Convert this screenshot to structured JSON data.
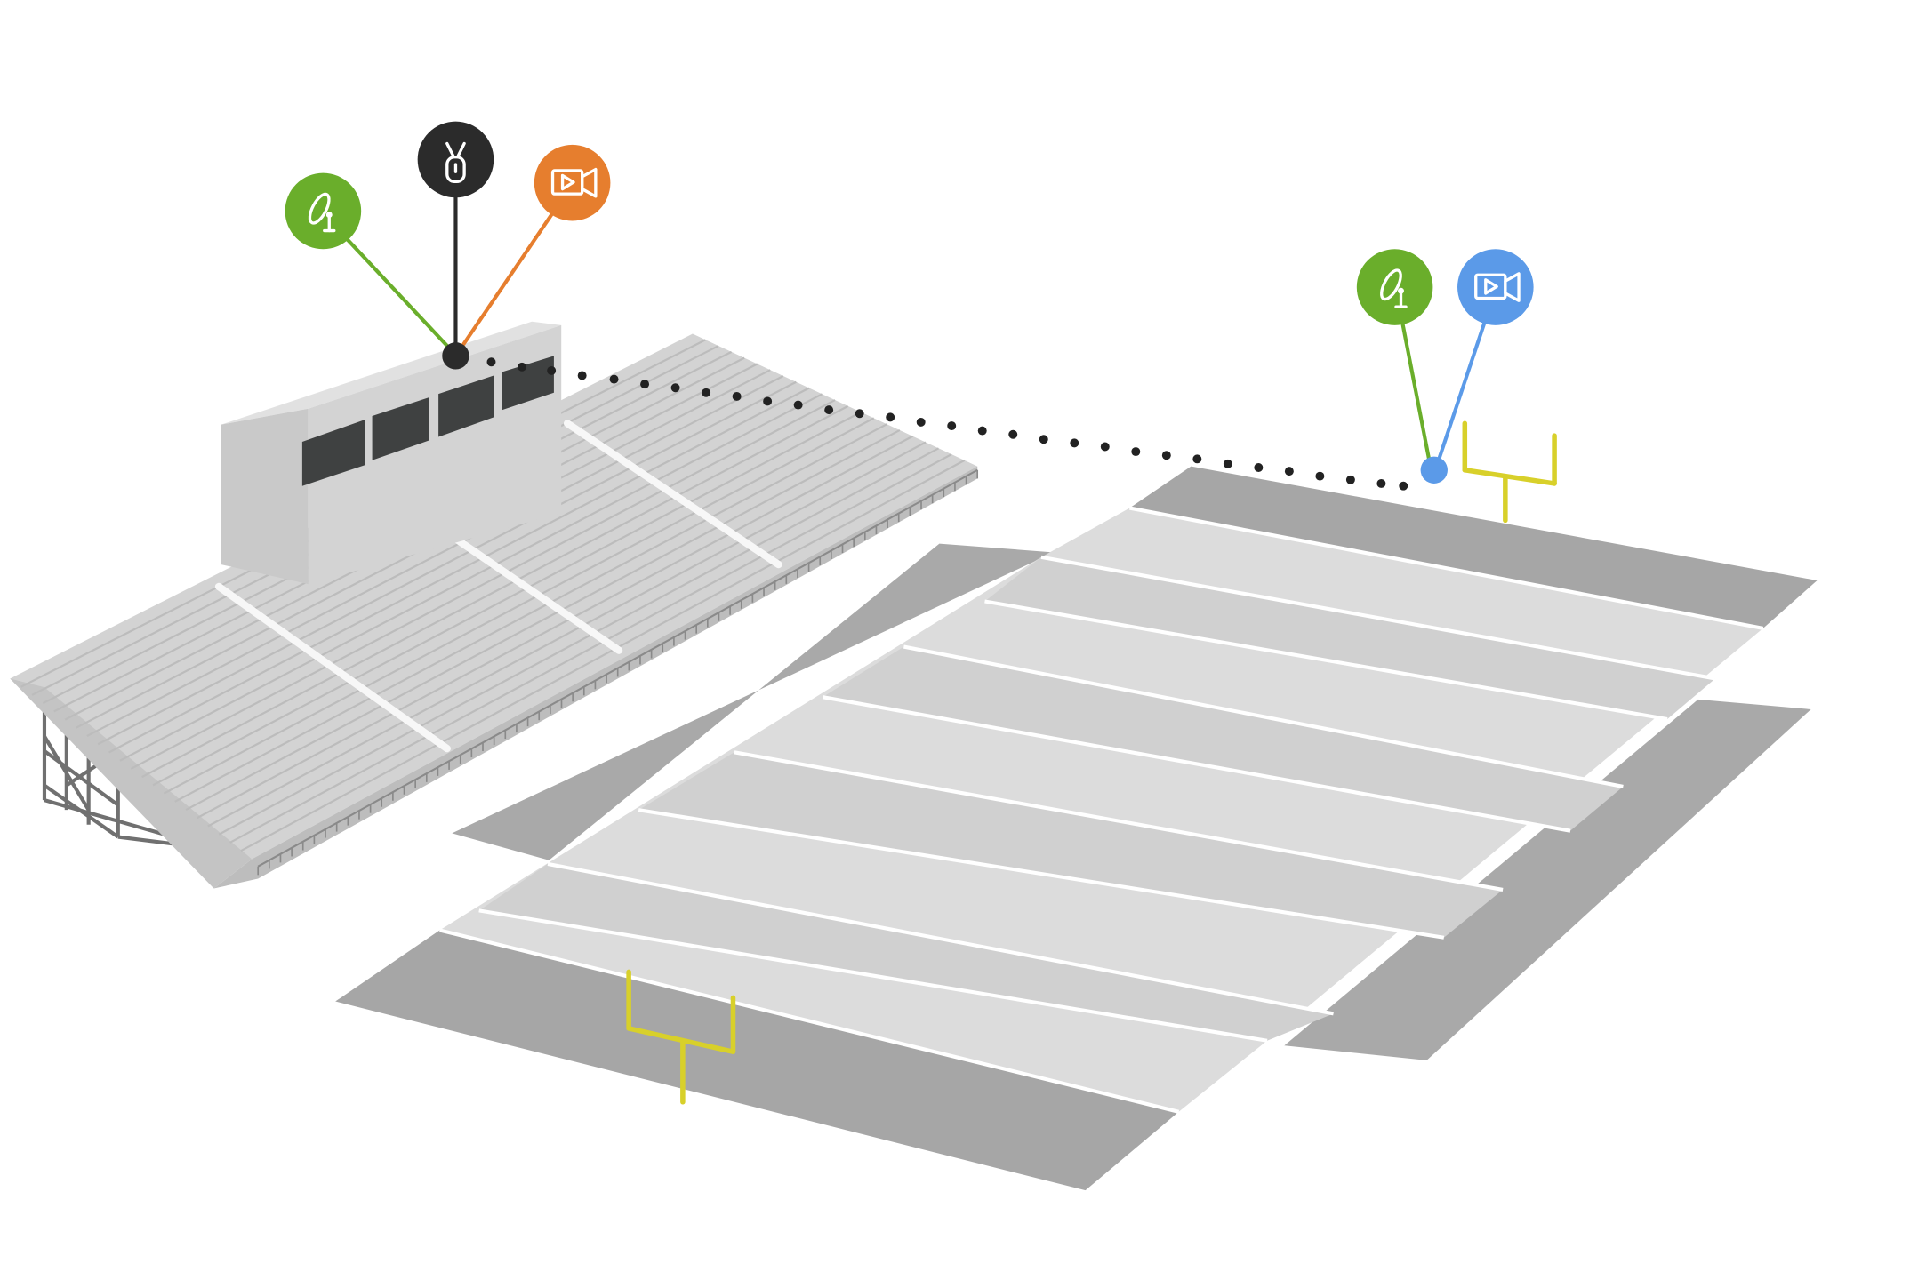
{
  "colors": {
    "background": "#ffffff",
    "green": "#6aae2b",
    "black": "#2b2b2b",
    "orange": "#e67e2e",
    "blue": "#5b9ae8",
    "goalpost": "#d8d02a",
    "endzone": "#a6a6a6",
    "field_light": "#dadada",
    "field_mid": "#cfcfcf",
    "yard_line": "#ffffff",
    "bleacher": "#cfcfcf",
    "pressbox": "#cdcdcd",
    "window": "#3f4141",
    "truss": "#707070",
    "link_dots": "#222222"
  },
  "markers": [
    {
      "id": "pressbox-green",
      "icon": "satellite-dish-icon",
      "color": "green"
    },
    {
      "id": "pressbox-black",
      "icon": "wireless-transmitter-icon",
      "color": "black"
    },
    {
      "id": "pressbox-orange",
      "icon": "video-camera-icon",
      "color": "orange"
    },
    {
      "id": "field-green",
      "icon": "satellite-dish-icon",
      "color": "green"
    },
    {
      "id": "field-blue",
      "icon": "video-camera-icon",
      "color": "blue"
    }
  ],
  "scene": {
    "structures": [
      "bleachers",
      "press-box",
      "football-field",
      "goalpost-near",
      "goalpost-far"
    ],
    "connection": "dotted-line"
  }
}
